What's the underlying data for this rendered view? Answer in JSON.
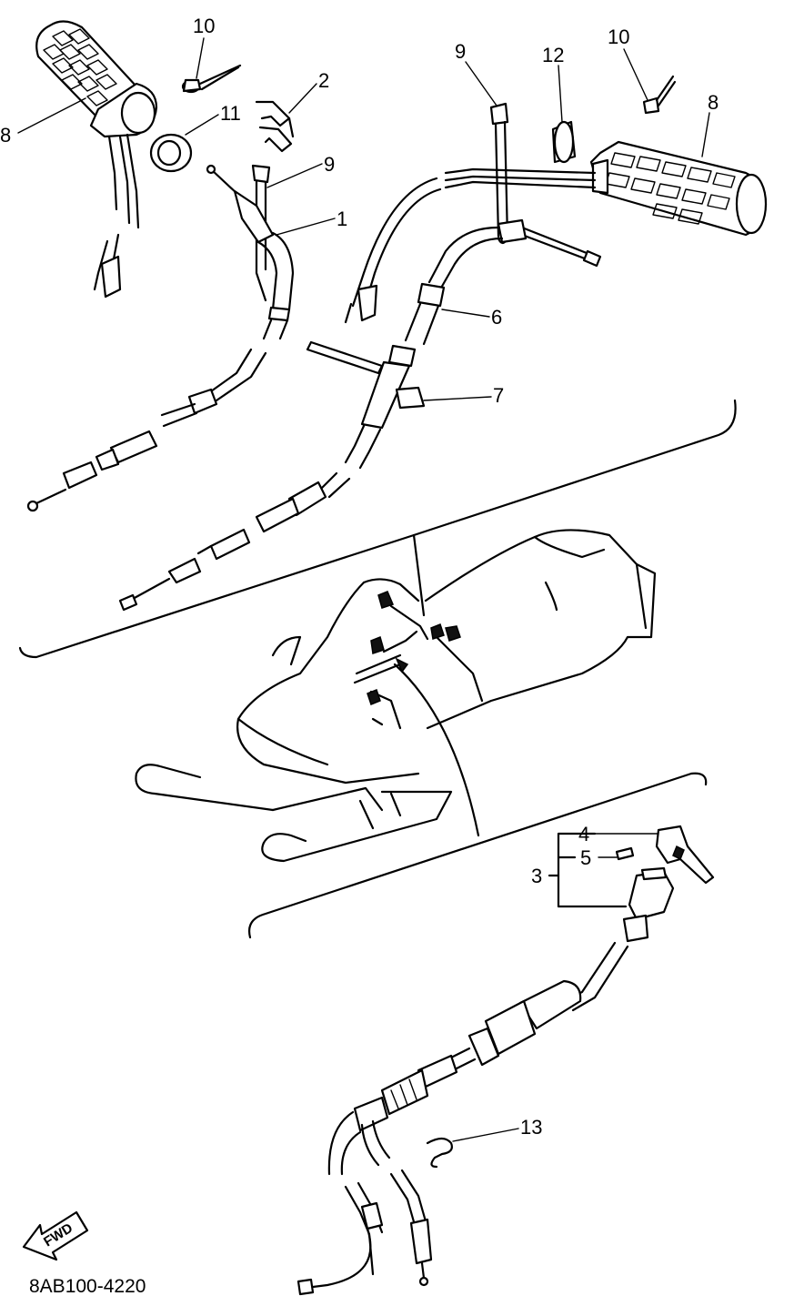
{
  "callouts": {
    "c8_left": "8",
    "c10_left": "10",
    "c2": "2",
    "c11": "11",
    "c9_left": "9",
    "c1": "1",
    "c9_right": "9",
    "c12": "12",
    "c10_right": "10",
    "c8_right": "8",
    "c6": "6",
    "c7": "7",
    "c4": "4",
    "c5": "5",
    "c3": "3",
    "c13": "13"
  },
  "fwd_label": "FWD",
  "diagram_code": "8AB100-4220"
}
